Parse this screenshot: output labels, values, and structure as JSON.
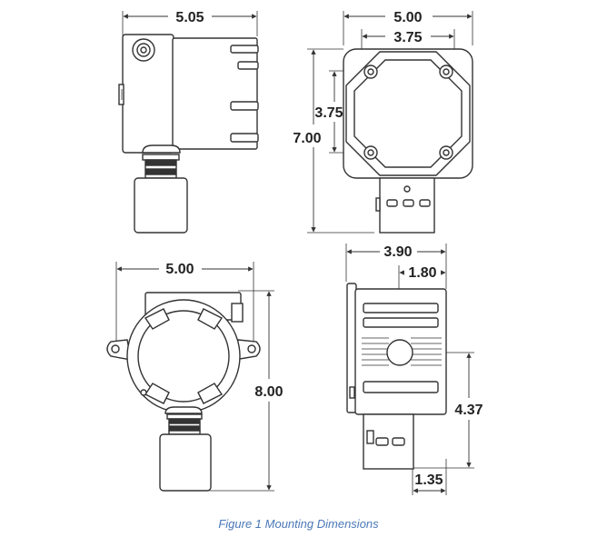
{
  "caption": "Figure 1 Mounting Dimensions",
  "views": {
    "side_top_left": {
      "width": "5.05"
    },
    "front_top_right": {
      "outer_width": "5.00",
      "hole_width": "3.75",
      "hole_height": "3.75",
      "overall_height": "7.00"
    },
    "front_bottom_left": {
      "width": "5.00",
      "height": "8.00"
    },
    "side_bottom_right": {
      "depth": "3.90",
      "center_offset": "1.80",
      "hole_height": "4.37",
      "bottom_offset": "1.35"
    }
  },
  "colors": {
    "line": "#333333",
    "fill": "#ffffff",
    "caption": "#4a78b8"
  }
}
